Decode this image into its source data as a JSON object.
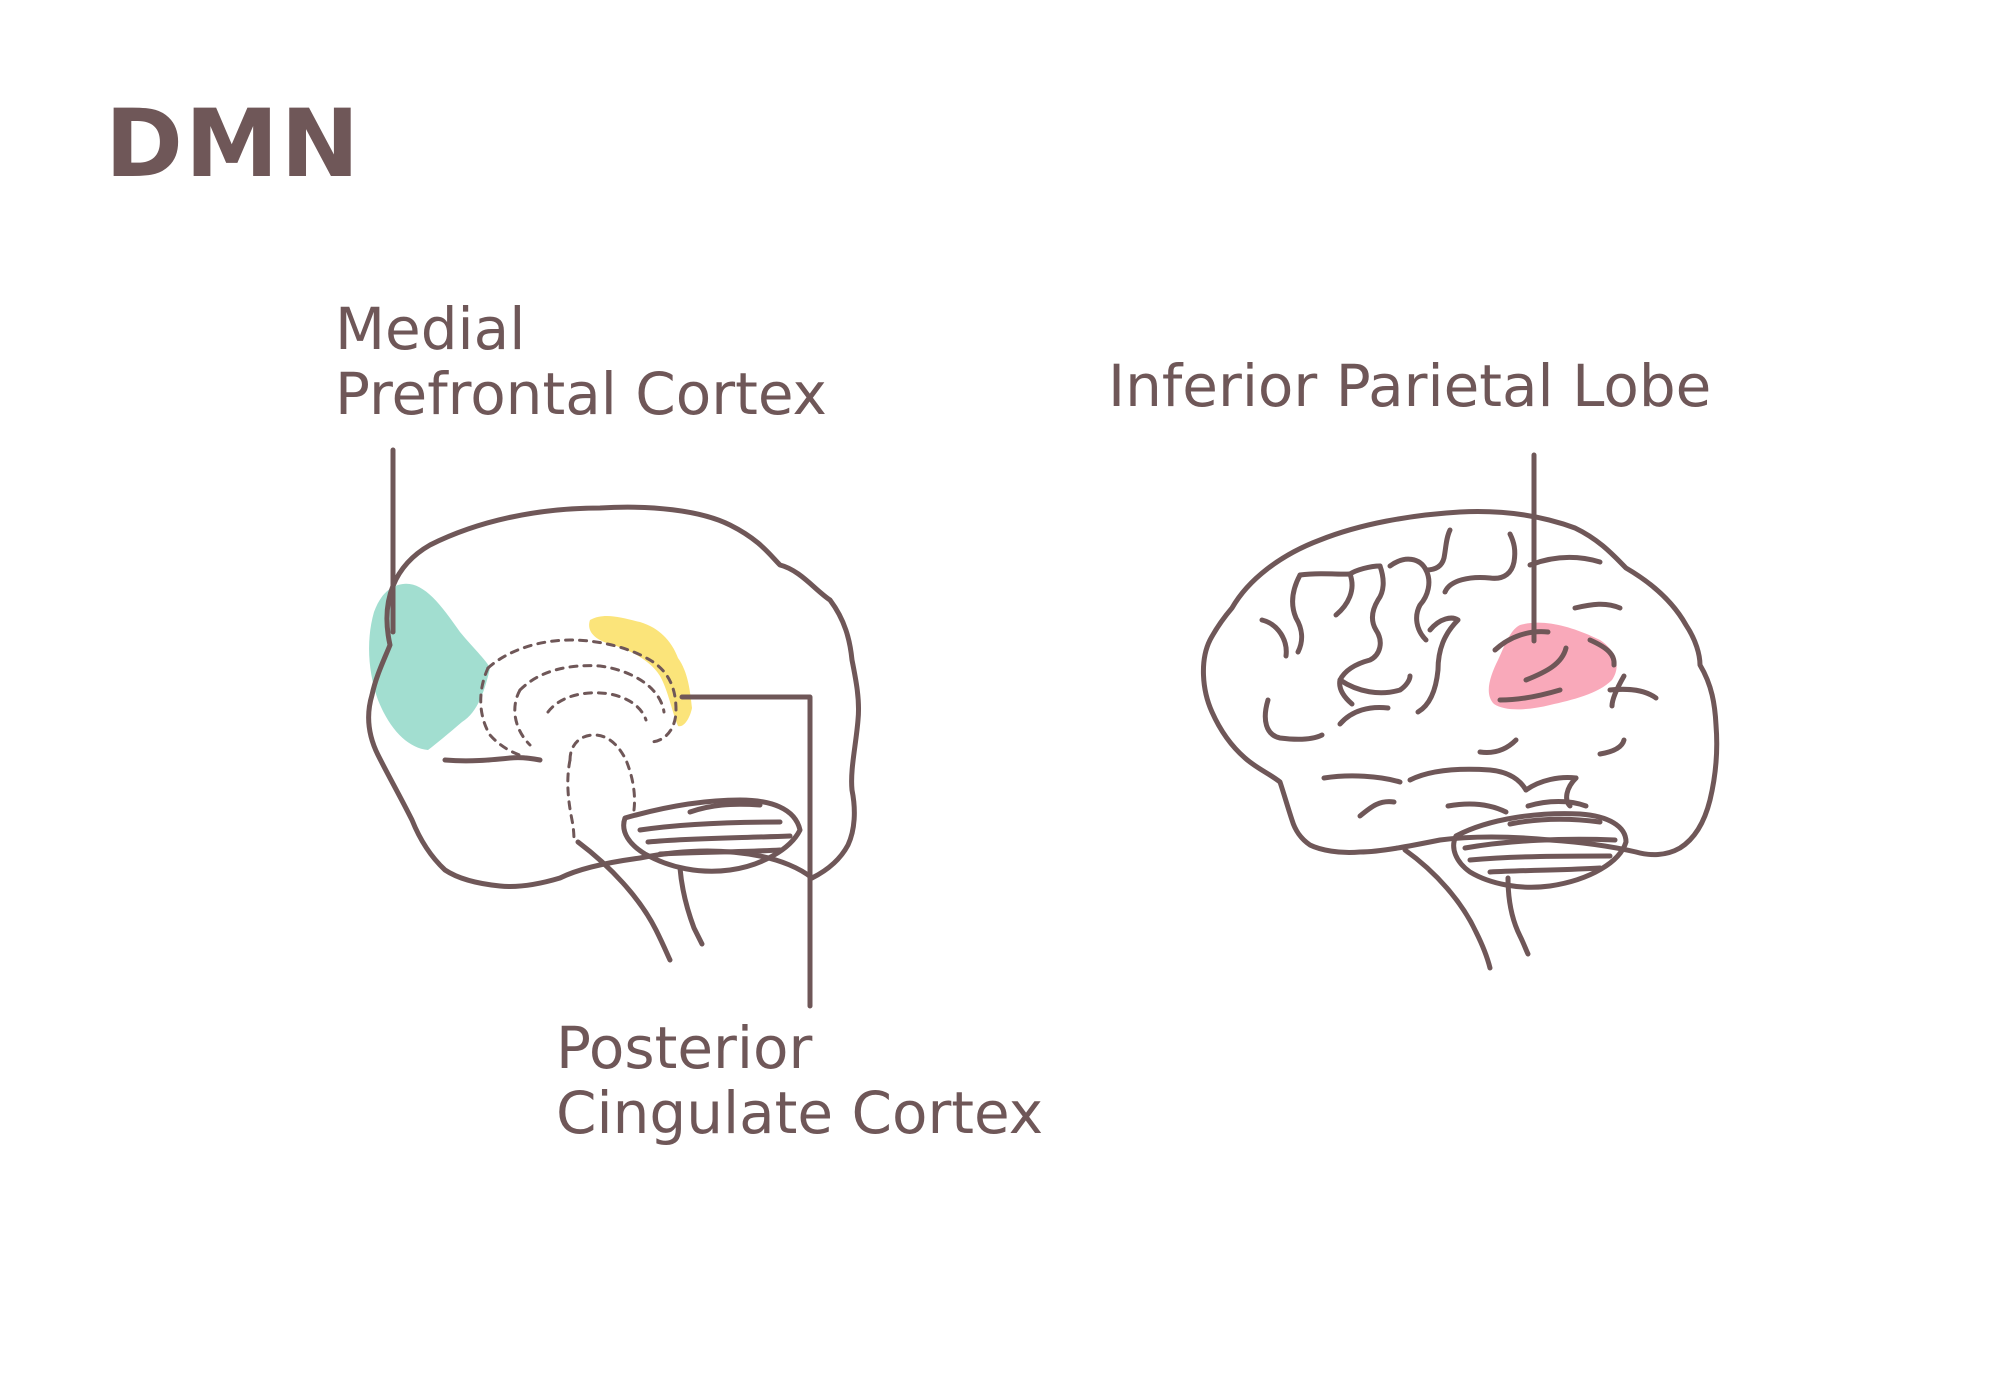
{
  "title": "DMN",
  "colors": {
    "outline": "#6f5758",
    "medial_prefrontal_cortex": "#a2ded0",
    "posterior_cingulate_cortex": "#fbe47a",
    "inferior_parietal_lobe": "#f9a9ba",
    "background": "#ffffff"
  },
  "regions": {
    "medial_prefrontal_cortex": {
      "line1": "Medial",
      "line2": "Prefrontal Cortex"
    },
    "posterior_cingulate_cortex": {
      "line1": "Posterior",
      "line2": "Cingulate Cortex"
    },
    "inferior_parietal_lobe": {
      "label": "Inferior Parietal Lobe"
    }
  },
  "views": [
    "medial-brain-view",
    "lateral-brain-view"
  ]
}
